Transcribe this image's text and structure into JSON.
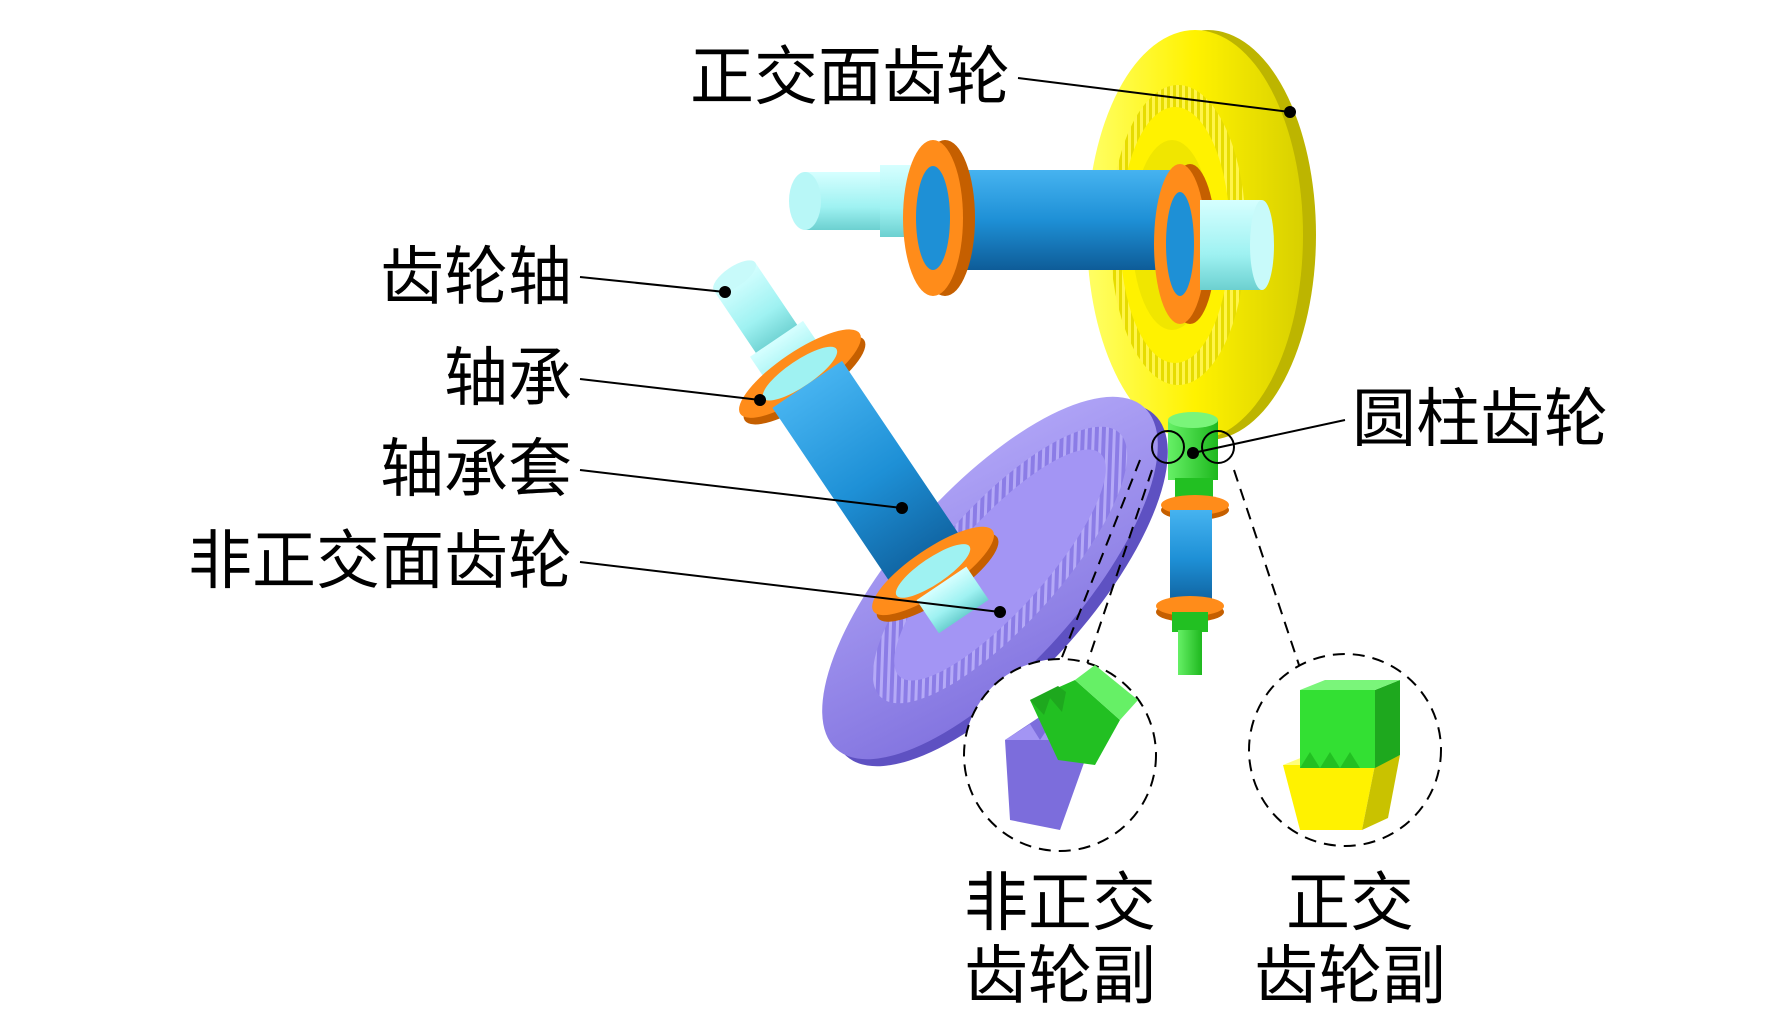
{
  "labels": {
    "orthogonal_face_gear": "正交面齿轮",
    "gear_shaft": "齿轮轴",
    "bearing": "轴承",
    "bearing_sleeve": "轴承套",
    "non_orthogonal_face_gear": "非正交面齿轮",
    "cylindrical_gear": "圆柱齿轮",
    "non_orthogonal_pair_line1": "非正交",
    "non_orthogonal_pair_line2": "齿轮副",
    "orthogonal_pair_line1": "正交",
    "orthogonal_pair_line2": "齿轮副"
  },
  "colors": {
    "yellow_gear": "#FFF200",
    "yellow_dark": "#C9C200",
    "purple_gear": "#9B8CF2",
    "purple_dark": "#6F61D0",
    "sleeve_blue": "#1E90D6",
    "sleeve_dark": "#0E66A8",
    "shaft_cyan": "#9FF2F2",
    "bearing_orange": "#FF8C1A",
    "bearing_dark": "#C55F00",
    "pinion_green": "#33E033",
    "pinion_dark": "#1EA81E"
  }
}
